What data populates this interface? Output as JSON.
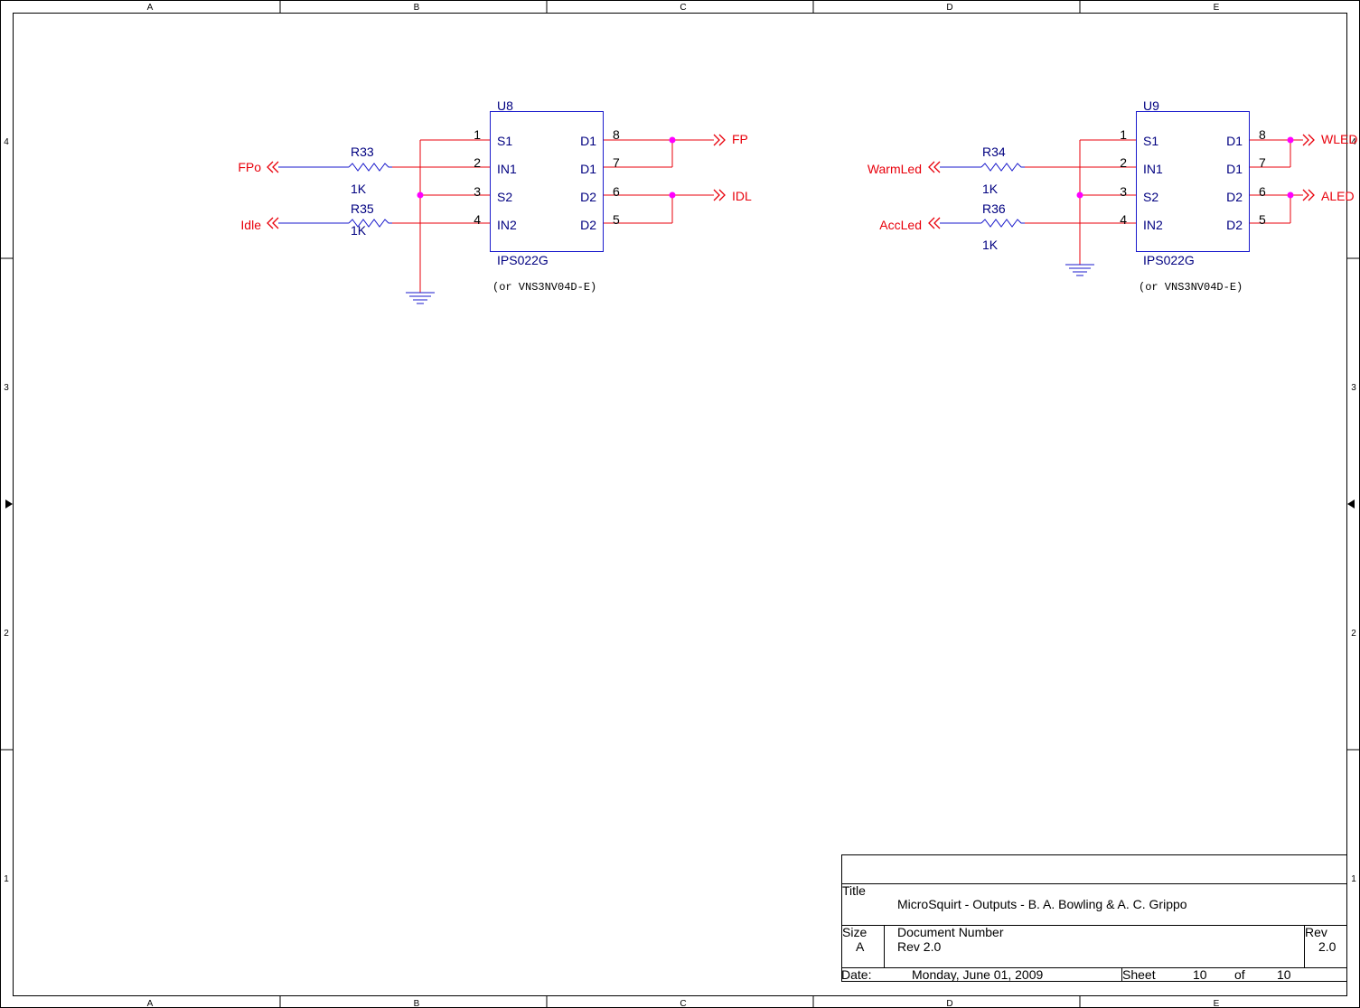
{
  "border": {
    "columns": [
      "A",
      "B",
      "C",
      "D",
      "E"
    ],
    "rows": [
      "4",
      "3",
      "2",
      "1"
    ]
  },
  "parts": {
    "u8": {
      "refdes": "U8",
      "value": "IPS022G",
      "note": "(or VNS3NV04D-E)",
      "left_pins": [
        {
          "num": "1",
          "name": "S1"
        },
        {
          "num": "2",
          "name": "IN1"
        },
        {
          "num": "3",
          "name": "S2"
        },
        {
          "num": "4",
          "name": "IN2"
        }
      ],
      "right_pins": [
        {
          "num": "8",
          "name": "D1"
        },
        {
          "num": "7",
          "name": "D1"
        },
        {
          "num": "6",
          "name": "D2"
        },
        {
          "num": "5",
          "name": "D2"
        }
      ],
      "r_top": {
        "refdes": "R33",
        "value": "1K"
      },
      "r_bot": {
        "refdes": "R35",
        "value": "1K"
      },
      "nets": {
        "in_top": "FPo",
        "in_bot": "Idle",
        "out_top": "FP",
        "out_bot": "IDL"
      }
    },
    "u9": {
      "refdes": "U9",
      "value": "IPS022G",
      "note": "(or VNS3NV04D-E)",
      "left_pins": [
        {
          "num": "1",
          "name": "S1"
        },
        {
          "num": "2",
          "name": "IN1"
        },
        {
          "num": "3",
          "name": "S2"
        },
        {
          "num": "4",
          "name": "IN2"
        }
      ],
      "right_pins": [
        {
          "num": "8",
          "name": "D1"
        },
        {
          "num": "7",
          "name": "D1"
        },
        {
          "num": "6",
          "name": "D2"
        },
        {
          "num": "5",
          "name": "D2"
        }
      ],
      "r_top": {
        "refdes": "R34",
        "value": "1K"
      },
      "r_bot": {
        "refdes": "R36",
        "value": "1K"
      },
      "nets": {
        "in_top": "WarmLed",
        "in_bot": "AccLed",
        "out_top": "WLED",
        "out_bot": "ALED"
      }
    }
  },
  "title_block": {
    "title_label": "Title",
    "title": "MicroSquirt - Outputs - B. A. Bowling & A. C. Grippo",
    "size_label": "Size",
    "size": "A",
    "docnum_label": "Document Number",
    "docnum": "Rev 2.0",
    "rev_label": "Rev",
    "rev": "2.0",
    "date_label": "Date:",
    "date": "Monday, June 01, 2009",
    "sheet_label": "Sheet",
    "sheet": "10",
    "of_label": "of",
    "sheets_total": "10"
  },
  "colors": {
    "wire": "#e8000b",
    "part": "#1a1acc",
    "junction": "#ff00ff",
    "text_part": "#000080",
    "frame": "#000000"
  }
}
